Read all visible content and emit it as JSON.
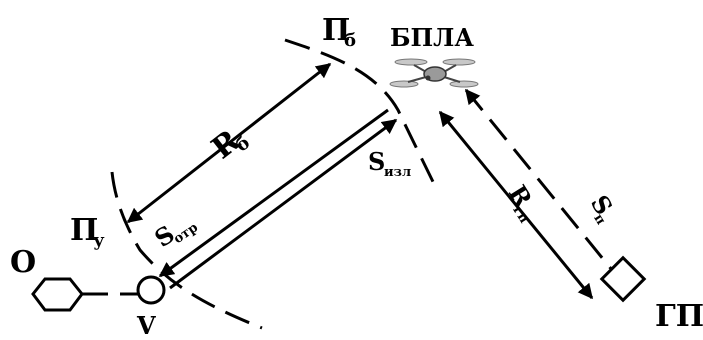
{
  "labels": {
    "uav": "БПЛА",
    "gp": "ГП",
    "o": "О",
    "v": "V",
    "pi_b_main": "П",
    "pi_b_sub": "б",
    "pi_y_main": "П",
    "pi_y_sub": "у",
    "r_b_main": "R",
    "r_b_sub": "б",
    "s_otr_main": "S",
    "s_otr_sub": "отр",
    "s_izl_main": "S",
    "s_izl_sub": "изл",
    "r_gp_main": "R",
    "r_gp_sub": "гп",
    "s_p_main": "S",
    "s_p_sub": "п"
  },
  "icons": {
    "uav": "drone-icon",
    "gp": "ground-station-square-icon",
    "o": "hexagon-icon",
    "v": "circle-icon"
  }
}
